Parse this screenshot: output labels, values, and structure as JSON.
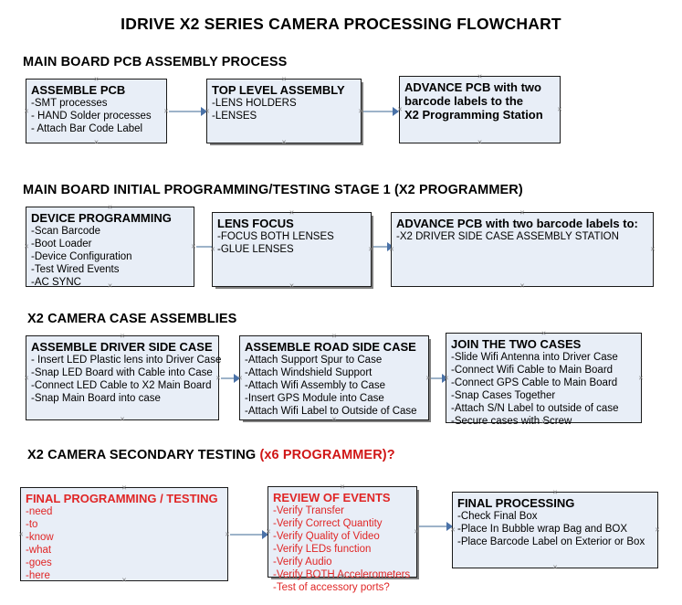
{
  "document": {
    "title": "IDRIVE X2  SERIES CAMERA PROCESSING FLOWCHART"
  },
  "colors": {
    "box_fill": "#e8eef7",
    "box_border": "#1a1a1a",
    "connector": "#9db3c9",
    "arrowhead": "#4a72a8",
    "red_text": "#e02626",
    "red_heading": "#d01616"
  },
  "sections": [
    {
      "id": "main-board-pcb-assembly",
      "heading": "MAIN BOARD PCB ASSEMBLY PROCESS",
      "heading_red_suffix": "",
      "boxes": [
        {
          "id": "assemble-pcb",
          "header": "ASSEMBLE PCB",
          "items": [
            "-SMT processes",
            "- HAND Solder processes",
            "- Attach Bar Code Label"
          ]
        },
        {
          "id": "top-level-assembly",
          "header": "TOP LEVEL ASSEMBLY",
          "items": [
            "-LENS HOLDERS",
            "-LENSES"
          ]
        },
        {
          "id": "advance-pcb-to-x2-programming-station",
          "header": "ADVANCE PCB with two",
          "items": [
            "barcode labels to the",
            " X2 Programming Station"
          ]
        }
      ]
    },
    {
      "id": "main-board-initial-programming",
      "heading": "MAIN BOARD INITIAL PROGRAMMING/TESTING STAGE 1 (X2 PROGRAMMER)",
      "heading_red_suffix": "",
      "boxes": [
        {
          "id": "device-programming",
          "header": "DEVICE PROGRAMMING",
          "items": [
            "-Scan Barcode",
            "-Boot Loader",
            "-Device Configuration",
            "-Test Wired Events",
            "-AC SYNC"
          ]
        },
        {
          "id": "lens-focus",
          "header": "LENS FOCUS",
          "items": [
            "-FOCUS BOTH LENSES",
            "-GLUE LENSES"
          ]
        },
        {
          "id": "advance-pcb-to-driver-side-case",
          "header": "ADVANCE PCB with two barcode labels to:",
          "items": [
            "-X2 DRIVER  SIDE  CASE  ASSEMBLY STATION"
          ]
        }
      ]
    },
    {
      "id": "x2-camera-case-assemblies",
      "heading": "X2 CAMERA CASE ASSEMBLIES",
      "heading_red_suffix": "",
      "boxes": [
        {
          "id": "assemble-driver-side-case",
          "header": "ASSEMBLE DRIVER SIDE CASE",
          "items": [
            "- Insert LED Plastic lens into Driver Case",
            "-Snap LED Board with Cable into Case",
            "-Connect LED Cable to X2 Main Board",
            "-Snap Main Board into case"
          ]
        },
        {
          "id": "assemble-road-side-case",
          "header": "ASSEMBLE ROAD SIDE CASE",
          "items": [
            "-Attach Support Spur to Case",
            "-Attach Windshield Support",
            "-Attach Wifi Assembly to Case",
            "-Insert GPS Module into Case",
            "-Attach Wifi Label to Outside of Case"
          ]
        },
        {
          "id": "join-the-two-cases",
          "header": "JOIN THE TWO CASES",
          "items": [
            "-Slide Wifi Antenna into Driver Case",
            "-Connect Wifi Cable to Main Board",
            "-Connect GPS Cable to Main Board",
            "-Snap Cases Together",
            "-Attach S/N Label to outside of case",
            "-Secure cases with Screw"
          ]
        }
      ]
    },
    {
      "id": "x2-camera-secondary-testing",
      "heading": "X2 CAMERA SECONDARY TESTING ",
      "heading_red_suffix": "(x6 PROGRAMMER)?",
      "boxes": [
        {
          "id": "final-programming-testing",
          "header": "FINAL PROGRAMMING / TESTING",
          "items": [
            "-need",
            "-to",
            "-know",
            "-what",
            "-goes",
            "-here"
          ]
        },
        {
          "id": "review-of-events",
          "header": "REVIEW OF EVENTS",
          "items": [
            "-Verify Transfer",
            "-Verify Correct Quantity",
            "-Verify Quality of Video",
            "-Verify LEDs function",
            "-Verify Audio",
            "-Verify BOTH Accelerometers",
            "-Test of accessory ports?"
          ]
        },
        {
          "id": "final-processing",
          "header": "FINAL PROCESSING",
          "items": [
            " -Check Final Box",
            "-Place In Bubble wrap Bag and BOX",
            "-Place Barcode Label on Exterior or Box"
          ]
        }
      ]
    }
  ],
  "handle_marker": "×"
}
